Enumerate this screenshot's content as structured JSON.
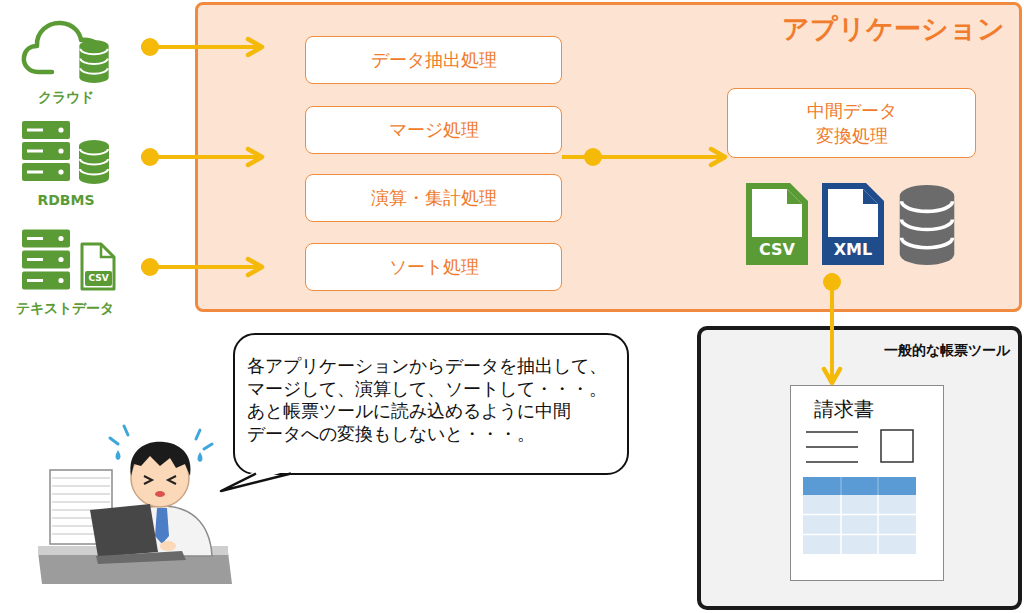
{
  "diagram": {
    "nodes": [
      {
        "text": [
          "クラウド"
        ]
      },
      {
        "text": [
          "RDBMS"
        ]
      },
      {
        "text": [
          "テキストデータ"
        ]
      },
      {
        "text": [
          "アプリケーション"
        ]
      },
      {
        "text": [
          "データ抽出処理"
        ],
        "in": 3
      },
      {
        "text": [
          "マージ処理"
        ],
        "in": 3
      },
      {
        "text": [
          "演算・集計処理"
        ],
        "in": 3
      },
      {
        "text": [
          "ソート処理"
        ],
        "in": 3
      },
      {
        "text": [
          "中間データ 変換処理"
        ],
        "in": 3
      },
      {
        "text": [
          "CSV"
        ],
        "in": 3
      },
      {
        "text": [
          "XML"
        ],
        "in": 3
      },
      {
        "text": [
          "各アプリケーションからデータを抽出して、 マージして、演算して、ソートして・・・。 あと帳票ツールに読み込めるように中間 データへの変換もしないと・・・。"
        ]
      },
      {
        "text": [
          "一般的な帳票ツール"
        ]
      },
      {
        "text": [
          "請求書"
        ],
        "in": 12
      }
    ],
    "edges": [
      {
        "from": 0,
        "to": 3,
        "arrow": "to"
      },
      {
        "from": 1,
        "to": 3,
        "arrow": "to"
      },
      {
        "from": 2,
        "to": 3,
        "arrow": "to"
      },
      {
        "from": 5,
        "to": 8,
        "arrow": "to"
      },
      {
        "from": 10,
        "to": 13,
        "arrow": "to"
      }
    ],
    "labels": [
      "CSV"
    ]
  }
}
